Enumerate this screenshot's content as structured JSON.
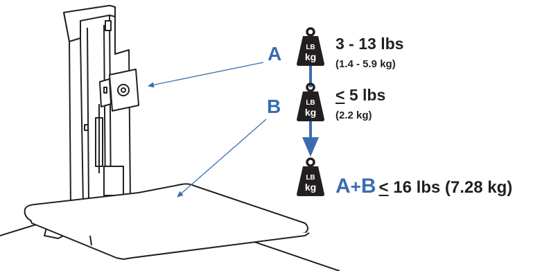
{
  "labels": {
    "a": "A",
    "b": "B"
  },
  "weights": {
    "a": {
      "icon_top": "LB",
      "icon_bottom": "kg",
      "primary": "3 - 13 lbs",
      "secondary": "(1.4 - 5.9 kg)"
    },
    "b": {
      "icon_top": "LB",
      "icon_bottom": "kg",
      "le_symbol": "<",
      "primary_value": " 5 lbs",
      "secondary": "(2.2 kg)"
    },
    "total": {
      "icon_top": "LB",
      "icon_bottom": "kg",
      "letter_a": "A",
      "plus": "+",
      "letter_b": "B",
      "le_symbol": "<",
      "value": " 16 lbs (7.28 kg)"
    }
  },
  "colors": {
    "accent": "#3a6cb0",
    "text": "#231f20",
    "weight_icon": "#231f20",
    "line_art": "#231f20"
  },
  "icons": [
    "weight-icon",
    "flow-arrow",
    "pointer-arrow"
  ]
}
